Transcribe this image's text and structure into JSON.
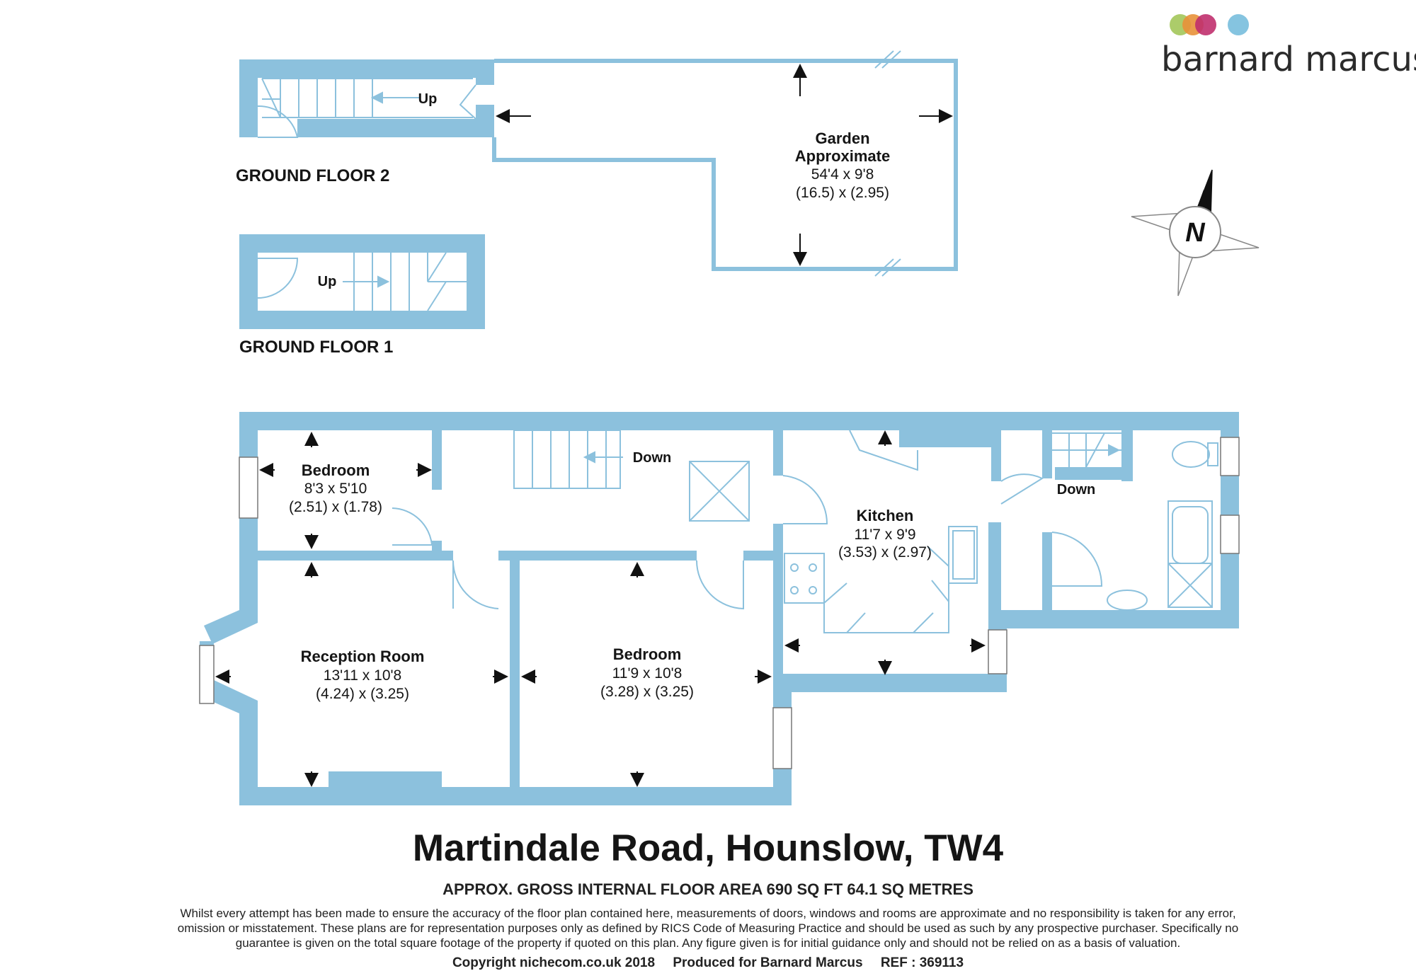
{
  "brand": {
    "name": "barnard marcus",
    "dot_colors": [
      "#a3c75a",
      "#e8913a",
      "#c0306e",
      "#85c4e0"
    ]
  },
  "colors": {
    "wall": "#8cc1dd",
    "line": "#8cc1dd",
    "text": "#151515"
  },
  "floors": {
    "ground2": {
      "label": "GROUND FLOOR 2",
      "stair_label": "Up"
    },
    "ground1": {
      "label": "GROUND FLOOR 1",
      "stair_label": "Up"
    }
  },
  "rooms": {
    "garden": {
      "name": "Garden",
      "name2": "Approximate",
      "imperial": "54'4 x 9'8",
      "metric": "(16.5) x (2.95)"
    },
    "bedroom_small": {
      "name": "Bedroom",
      "imperial": "8'3 x 5'10",
      "metric": "(2.51) x (1.78)"
    },
    "reception": {
      "name": "Reception Room",
      "imperial": "13'11 x 10'8",
      "metric": "(4.24) x (3.25)"
    },
    "bedroom_large": {
      "name": "Bedroom",
      "imperial": "11'9 x 10'8",
      "metric": "(3.28) x (3.25)"
    },
    "kitchen": {
      "name": "Kitchen",
      "imperial": "11'7 x 9'9",
      "metric": "(3.53) x (2.97)"
    }
  },
  "stairs": {
    "main_down": "Down",
    "bath_down": "Down"
  },
  "compass": {
    "label": "N"
  },
  "footer": {
    "address": "Martindale Road, Hounslow, TW4",
    "area": "APPROX. GROSS INTERNAL FLOOR AREA 690 SQ FT 64.1 SQ METRES",
    "disclaimer": "Whilst every attempt has been made to ensure the accuracy of the floor plan contained here, measurements of doors, windows and rooms are approximate and no responsibility is taken for any error, omission or misstatement. These plans are for representation purposes only as defined by RICS Code of Measuring Practice and should be used as such by any prospective purchaser. Specifically no guarantee is given on the total square footage of the property if quoted on this plan. Any figure given is for initial guidance only and should not be relied on as a basis of valuation.",
    "copyright": "Copyright nichecom.co.uk 2018",
    "produced": "Produced for Barnard Marcus",
    "ref": "REF : 369113"
  }
}
